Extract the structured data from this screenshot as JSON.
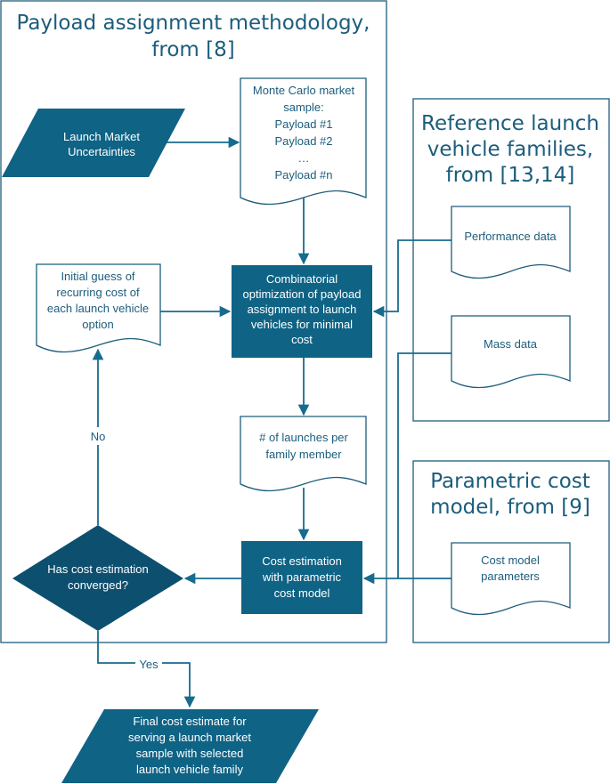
{
  "groups": {
    "payload": {
      "title_lines": [
        "Payload assignment methodology,",
        "from [8]"
      ]
    },
    "reference": {
      "title_lines": [
        "Reference launch",
        "vehicle families,",
        "from [13,14]"
      ]
    },
    "parametric": {
      "title_lines": [
        "Parametric cost",
        "model, from [9]"
      ]
    }
  },
  "nodes": {
    "launch_market": {
      "lines": [
        "Launch Market",
        "Uncertainties"
      ]
    },
    "monte_carlo": {
      "lines": [
        "Monte Carlo market",
        "sample:",
        "Payload #1",
        "Payload #2",
        "…",
        "Payload #n"
      ]
    },
    "initial_guess": {
      "lines": [
        "Initial guess of",
        "recurring cost of",
        "each launch vehicle",
        "option"
      ]
    },
    "optimization": {
      "lines": [
        "Combinatorial",
        "optimization of payload",
        "assignment to launch",
        "vehicles for minimal",
        "cost"
      ]
    },
    "performance": {
      "lines": [
        "Performance data"
      ]
    },
    "mass": {
      "lines": [
        "Mass data"
      ]
    },
    "launches": {
      "lines": [
        "# of launches per",
        "family member"
      ]
    },
    "cost_estimation": {
      "lines": [
        "Cost estimation",
        "with parametric",
        "cost model"
      ]
    },
    "cost_params": {
      "lines": [
        "Cost model",
        "parameters"
      ]
    },
    "decision": {
      "lines": [
        "Has cost estimation",
        "converged?"
      ]
    },
    "final": {
      "lines": [
        "Final cost estimate for",
        "serving a launch market",
        "sample with selected",
        "launch vehicle family"
      ]
    }
  },
  "edge_labels": {
    "no": "No",
    "yes": "Yes"
  },
  "colors": {
    "primary": "#0f6385",
    "dark": "#0d4f6e",
    "line": "#176b8e",
    "text": "#1c5d7c"
  }
}
